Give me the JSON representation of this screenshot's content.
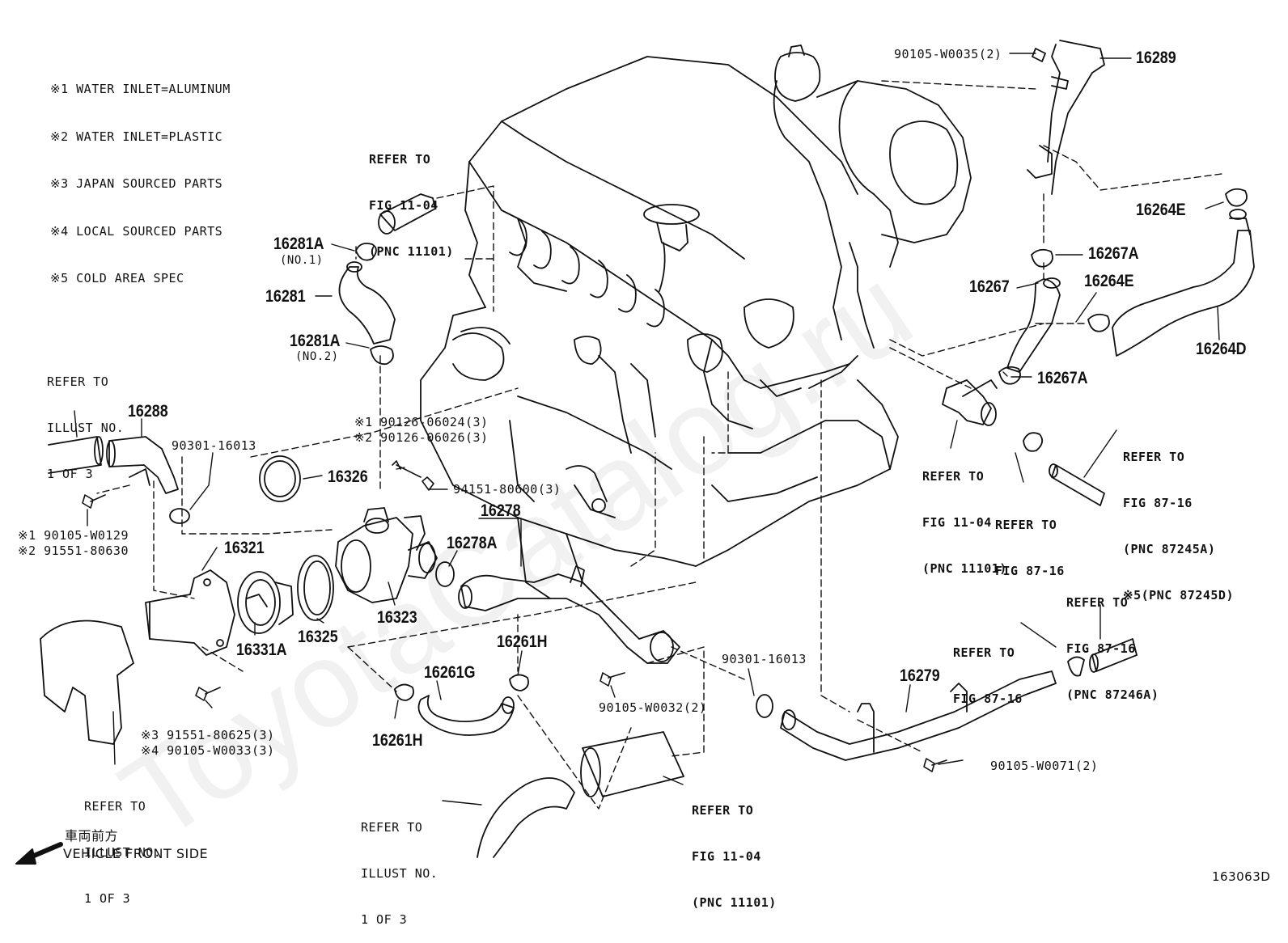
{
  "notes": [
    "※1 WATER INLET=ALUMINUM",
    "※2 WATER INLET=PLASTIC",
    "※3 JAPAN SOURCED PARTS",
    "※4 LOCAL SOURCED PARTS",
    "※5 COLD AREA SPEC"
  ],
  "watermark": "ToyotaCatalog.ru",
  "refs": {
    "fig1104_top": [
      "REFER TO",
      "FIG 11-04",
      "(PNC 11101)"
    ],
    "illust_left": [
      "REFER TO",
      "ILLUST NO.",
      "1 OF 3"
    ],
    "illust_lower_left": [
      "REFER TO",
      "ILLUST NO.",
      "1 OF 3"
    ],
    "illust_bottom": [
      "REFER TO",
      "ILLUST NO.",
      "1 OF 3"
    ],
    "fig1104_right": [
      "REFER TO",
      "FIG 11-04",
      "(PNC 11101)"
    ],
    "fig1104_bottom": [
      "REFER TO",
      "FIG 11-04",
      "(PNC 11101)"
    ],
    "fig8716_a": [
      "REFER TO",
      "FIG 87-16"
    ],
    "fig8716_b": [
      "REFER TO",
      "FIG 87-16",
      "(PNC 87245A)",
      "※5(PNC 87245D)"
    ],
    "fig8716_c": [
      "REFER TO",
      "FIG 87-16",
      "(PNC 87246A)"
    ],
    "fig8716_d": [
      "REFER TO",
      "FIG 87-16"
    ]
  },
  "parts": {
    "p16289": "16289",
    "p90105_W0035": "90105-W0035(2)",
    "p16264E_top": "16264E",
    "p16267A_top": "16267A",
    "p16267": "16267",
    "p16264E_mid": "16264E",
    "p16264D": "16264D",
    "p16267A_bot": "16267A",
    "p16281A_1": "16281A",
    "p16281A_1_sub": "(NO.1)",
    "p16281": "16281",
    "p16281A_2": "16281A",
    "p16281A_2_sub": "(NO.2)",
    "p16288": "16288",
    "p90301_16013_a": "90301-16013",
    "p90126_a": "※1 90126-06024(3)",
    "p90126_b": "※2 90126-06026(3)",
    "p16326": "16326",
    "p94151": "94151-80600(3)",
    "p90105_W0129": "※1 90105-W0129",
    "p91551_80630": "※2 91551-80630",
    "p16321": "16321",
    "p16278": "16278",
    "p16278A": "16278A",
    "p16323": "16323",
    "p16325": "16325",
    "p16331A": "16331A",
    "p16261H_top": "16261H",
    "p16261G": "16261G",
    "p16261H_bot": "16261H",
    "p90301_16013_b": "90301-16013",
    "p90105_W0032": "90105-W0032(2)",
    "p16279": "16279",
    "p90105_W0071": "90105-W0071(2)",
    "p91551_80625": "※3 91551-80625(3)",
    "p90105_W0033": "※4 90105-W0033(3)"
  },
  "front": {
    "jp": "車両前方",
    "en": "VEHICLE FRONT SIDE"
  },
  "figure_code": "163063D"
}
